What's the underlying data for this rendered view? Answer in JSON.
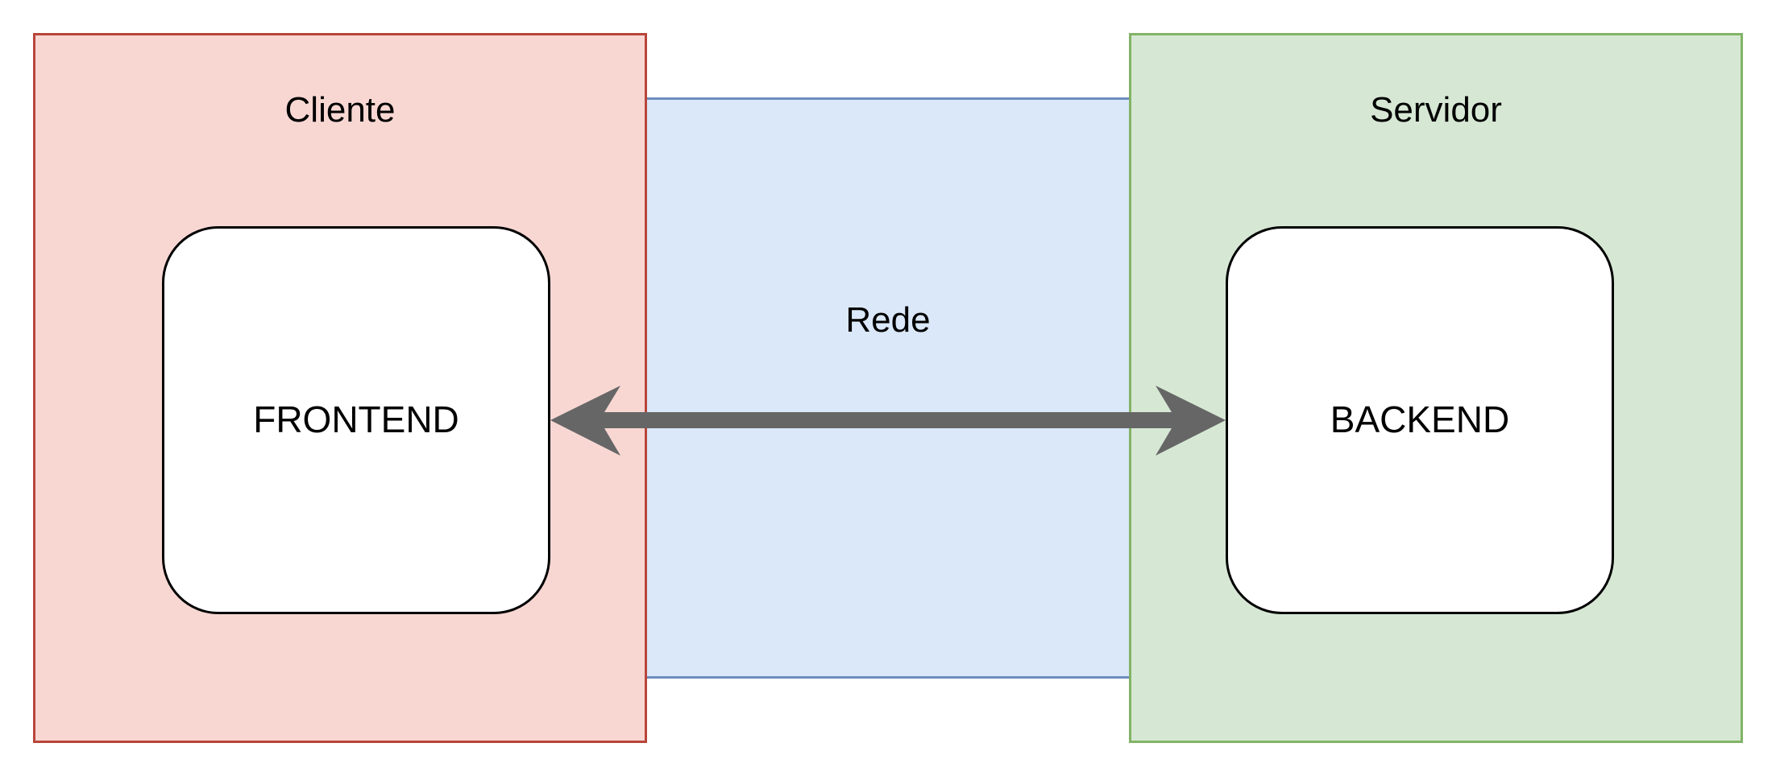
{
  "containers": {
    "client_label": "Cliente",
    "server_label": "Servidor",
    "network_label": "Rede"
  },
  "components": {
    "frontend_label": "FRONTEND",
    "backend_label": "BACKEND"
  },
  "colors": {
    "client_fill": "#f8d7d3",
    "client_stroke": "#b9443a",
    "server_fill": "#d6e8d4",
    "server_stroke": "#82b366",
    "network_fill": "#dae8f9",
    "network_stroke": "#6c8ebf",
    "arrow": "#666666"
  },
  "connector": {
    "type": "bidirectional-arrow"
  }
}
